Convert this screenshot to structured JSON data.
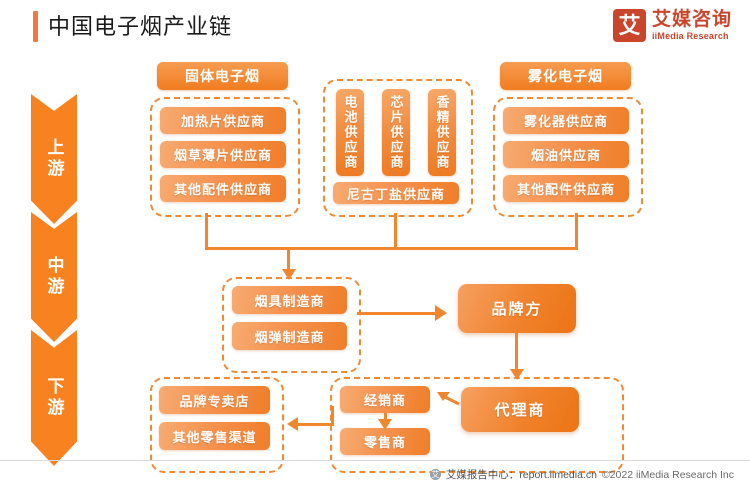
{
  "header": {
    "title": "中国电子烟产业链",
    "logo": {
      "mark": "艾",
      "cn": "艾媒咨询",
      "en": "iiMedia Research"
    }
  },
  "rail": {
    "segments": [
      {
        "label": "上游"
      },
      {
        "label": "中游"
      },
      {
        "label": "下游"
      }
    ]
  },
  "upstream": {
    "solid_group": {
      "cap": "固体电子烟",
      "items": [
        {
          "label": "加热片供应商"
        },
        {
          "label": "烟草薄片供应商"
        },
        {
          "label": "其他配件供应商"
        }
      ]
    },
    "common_group": {
      "vertical_items": [
        {
          "label": "电池供应商"
        },
        {
          "label": "芯片供应商"
        },
        {
          "label": "香精供应商"
        }
      ],
      "bottom_item": {
        "label": "尼古丁盐供应商"
      }
    },
    "vapor_group": {
      "cap": "雾化电子烟",
      "items": [
        {
          "label": "雾化器供应商"
        },
        {
          "label": "烟油供应商"
        },
        {
          "label": "其他配件供应商"
        }
      ]
    }
  },
  "midstream": {
    "manufacturers": [
      {
        "label": "烟具制造商"
      },
      {
        "label": "烟弹制造商"
      }
    ],
    "brand": {
      "label": "品牌方"
    }
  },
  "downstream": {
    "retail_group": [
      {
        "label": "品牌专卖店"
      },
      {
        "label": "其他零售渠道"
      }
    ],
    "channel_group": [
      {
        "label": "经销商"
      },
      {
        "label": "零售商"
      }
    ],
    "agent": {
      "label": "代理商"
    }
  },
  "footer": {
    "badge": "艾",
    "source": "艾媒报告中心：report.iimedia.cn",
    "copyright": "©2022  iiMedia Research Inc"
  },
  "colors": {
    "accent": "#f7821f",
    "accent_dark": "#ec7415",
    "dash_border": "#f08a33",
    "logo_red": "#c9462c"
  }
}
